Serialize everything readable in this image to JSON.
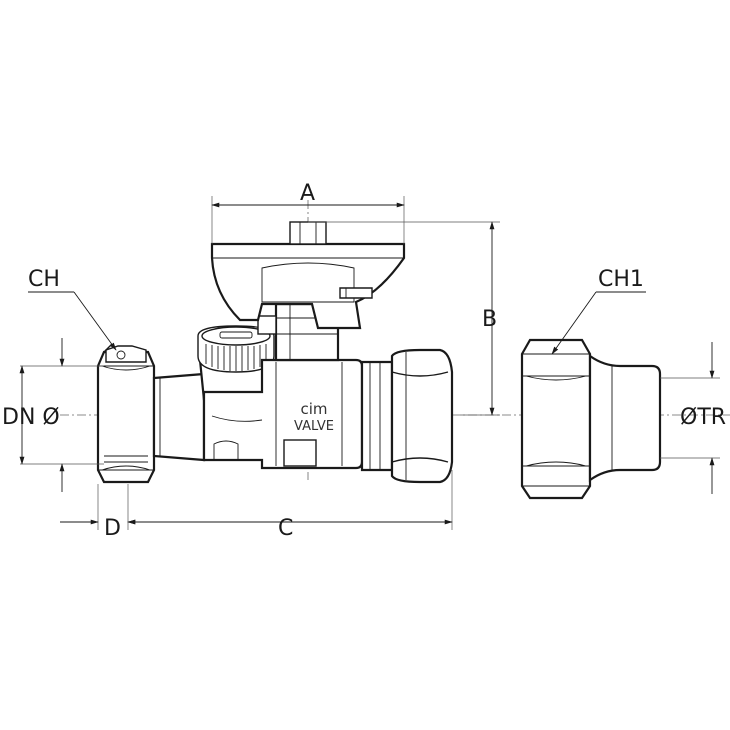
{
  "labels": {
    "a": "A",
    "b": "B",
    "c": "C",
    "d": "D",
    "ch": "CH",
    "ch1": "CH1",
    "dn": "DN Ø",
    "otr": "ØTR"
  },
  "brand": {
    "line1": "cim",
    "line2": "VALVE"
  }
}
